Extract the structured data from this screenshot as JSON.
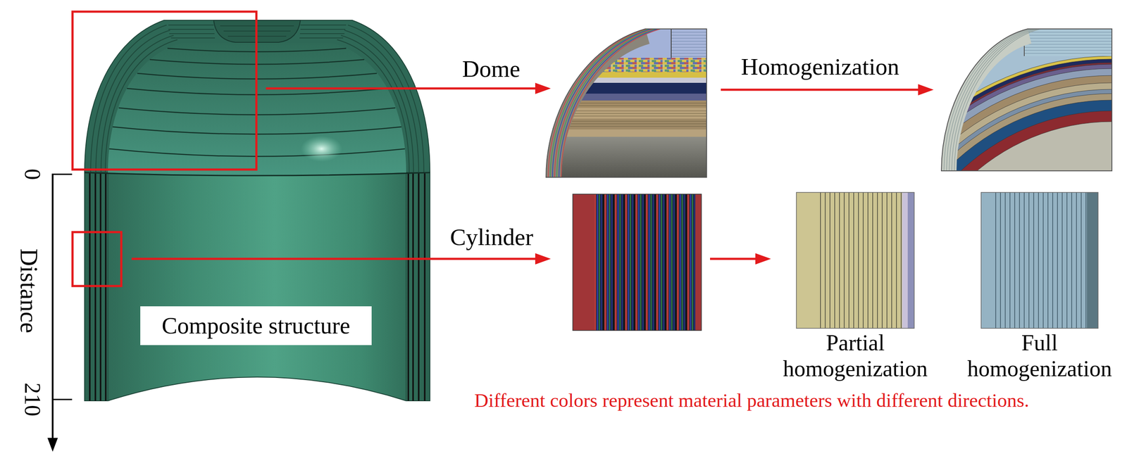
{
  "diagram": {
    "nodes": [
      {
        "text": [
          "Composite structure"
        ]
      },
      {
        "text": [
          "Partial homogenization"
        ]
      },
      {
        "text": [
          "Full homogenization"
        ]
      }
    ],
    "labels": [
      "0",
      "210",
      "Distance",
      "Dome",
      "Homogenization",
      "Cylinder",
      "Different colors represent material parameters with different directions."
    ]
  }
}
